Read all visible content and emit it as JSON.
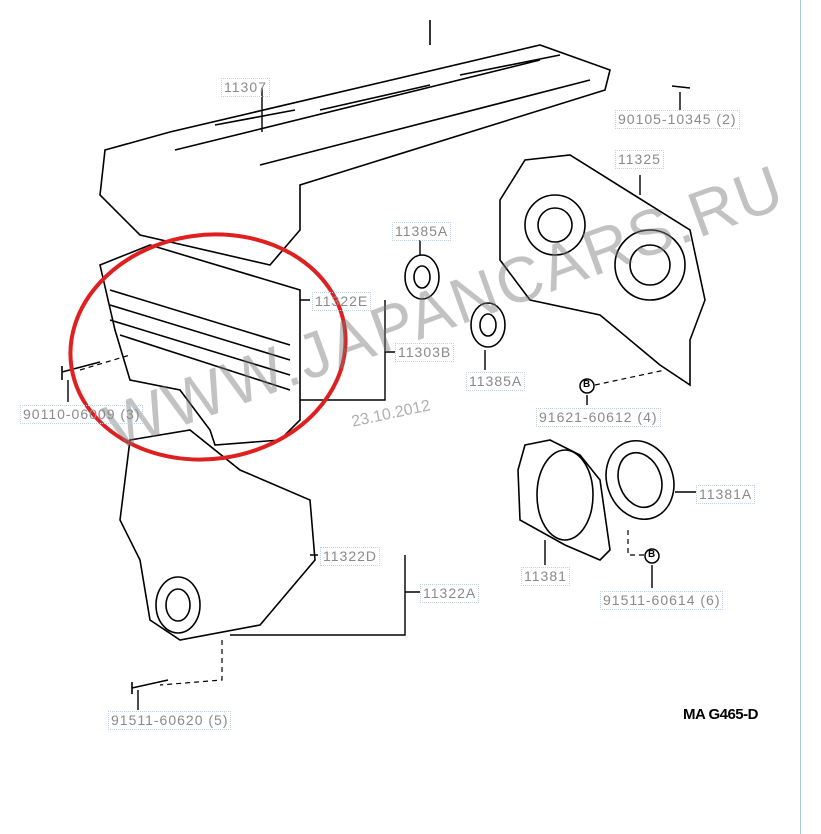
{
  "labels": {
    "p11307": "11307",
    "p90105": "90105-10345 (2)",
    "p11325": "11325",
    "p11385a_top": "11385A",
    "p11322e": "11322E",
    "p11303b": "11303B",
    "p11385a_bottom": "11385A",
    "p90110": "90110-06009 (3)",
    "p91621": "91621-60612 (4)",
    "p11381a": "11381A",
    "p11322d": "11322D",
    "p11322a": "11322A",
    "p11381": "11381",
    "p91511_614": "91511-60614 (6)",
    "p91511_620": "91511-60620 (5)"
  },
  "bolt_marker": "B",
  "diagram_code": "MA  G465-D",
  "date_stamp": "23.10.2012",
  "watermark": "WWW.JAPANCARS.RU",
  "colors": {
    "highlight_circle": "#e02020",
    "label_text": "#8a8a8a",
    "label_border": "#bcd3e6"
  }
}
